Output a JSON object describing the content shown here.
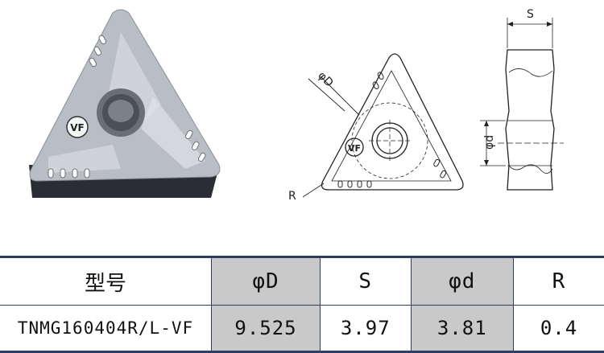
{
  "drawing": {
    "label_phi_D": "φD",
    "label_S": "S",
    "label_phi_d": "φd",
    "label_R": "R",
    "chipbreaker_mark": "VF"
  },
  "table": {
    "headers": [
      "型号",
      "φD",
      "S",
      "φd",
      "R"
    ],
    "rows": [
      [
        "TNMG160404R/L-VF",
        "9.525",
        "3.97",
        "3.81",
        "0.4"
      ]
    ]
  },
  "colors": {
    "border": "#2b3f63",
    "header_gray": "#c9c9c9",
    "insert_body": "#b8bcc4",
    "insert_base": "#2a2d33"
  }
}
